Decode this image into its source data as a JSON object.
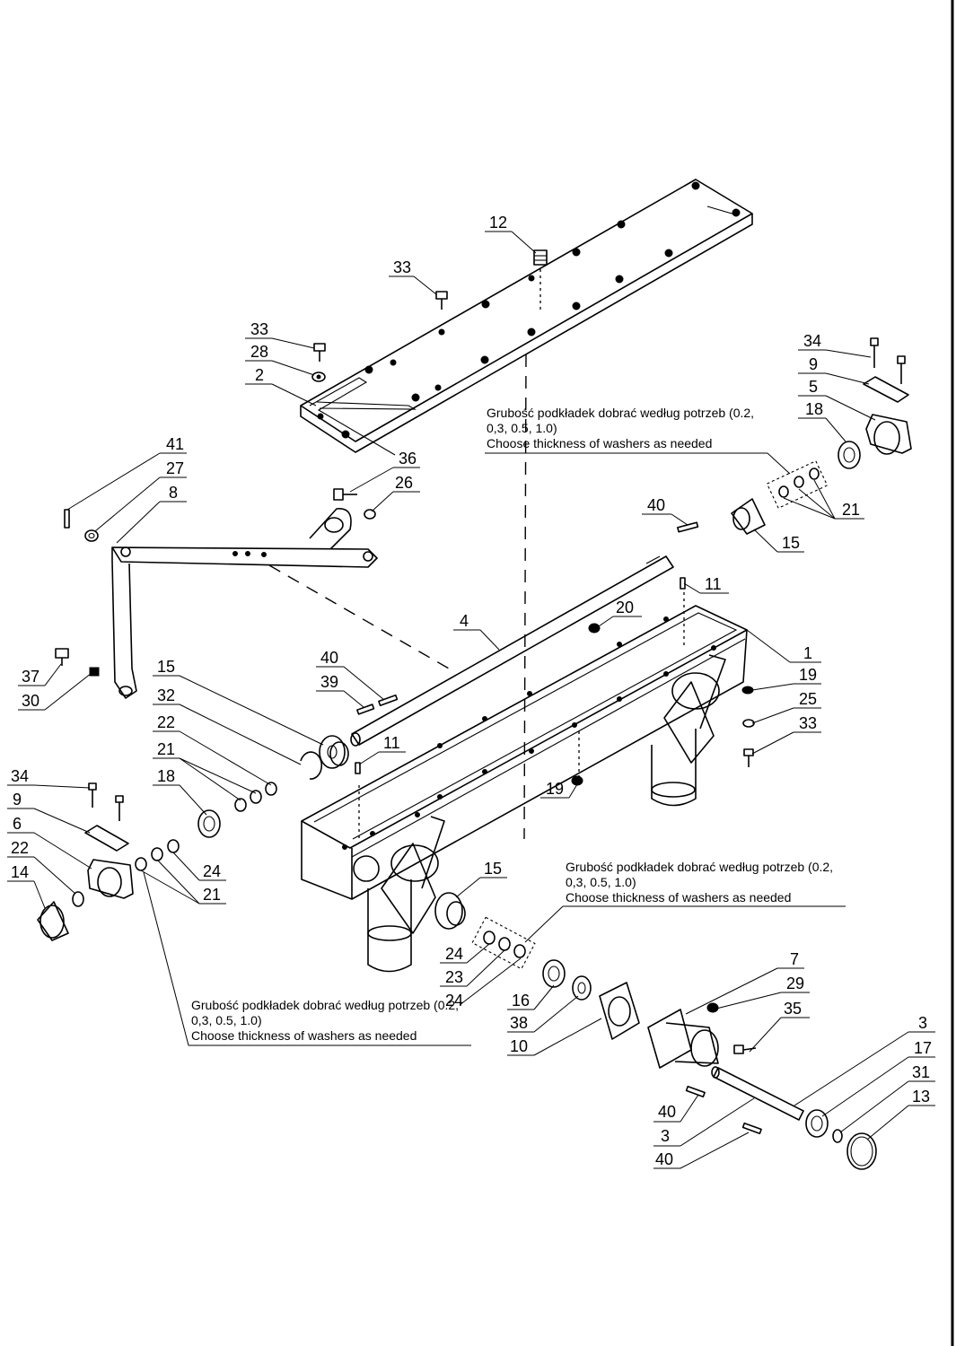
{
  "callouts": {
    "c1": "1",
    "c2": "2",
    "c3a": "3",
    "c3b": "3",
    "c4": "4",
    "c5": "5",
    "c6": "6",
    "c7": "7",
    "c8": "8",
    "c9a": "9",
    "c9b": "9",
    "c10": "10",
    "c11a": "11",
    "c11b": "11",
    "c12": "12",
    "c13": "13",
    "c14": "14",
    "c15a": "15",
    "c15b": "15",
    "c15c": "15",
    "c16": "16",
    "c17": "17",
    "c18a": "18",
    "c18b": "18",
    "c19a": "19",
    "c19b": "19",
    "c20": "20",
    "c21a": "21",
    "c21b": "21",
    "c21c": "21",
    "c22a": "22",
    "c22b": "22",
    "c23": "23",
    "c24a": "24",
    "c24b": "24",
    "c24c": "24",
    "c25": "25",
    "c26": "26",
    "c27": "27",
    "c28": "28",
    "c29": "29",
    "c30": "30",
    "c31": "31",
    "c32": "32",
    "c33a": "33",
    "c33b": "33",
    "c33c": "33",
    "c34a": "34",
    "c34b": "34",
    "c35": "35",
    "c36": "36",
    "c37": "37",
    "c38": "38",
    "c39": "39",
    "c40a": "40",
    "c40b": "40",
    "c40c": "40",
    "c40d": "40",
    "c41": "41"
  },
  "notes": {
    "top": {
      "line1": "Grubość podkładek dobrać według potrzeb (0.2,",
      "line2": "0,3, 0.5, 1.0)",
      "line3": "Choose thickness of washers as needed"
    },
    "middle": {
      "line1": "Grubość podkładek dobrać według potrzeb (0.2,",
      "line2": "0,3, 0.5, 1.0)",
      "line3": "Choose thickness of washers as needed"
    },
    "bottom": {
      "line1": "Grubość podkładek dobrać według potrzeb (0.2,",
      "line2": "0,3, 0.5, 1.0)",
      "line3": "Choose thickness of washers as needed"
    }
  }
}
